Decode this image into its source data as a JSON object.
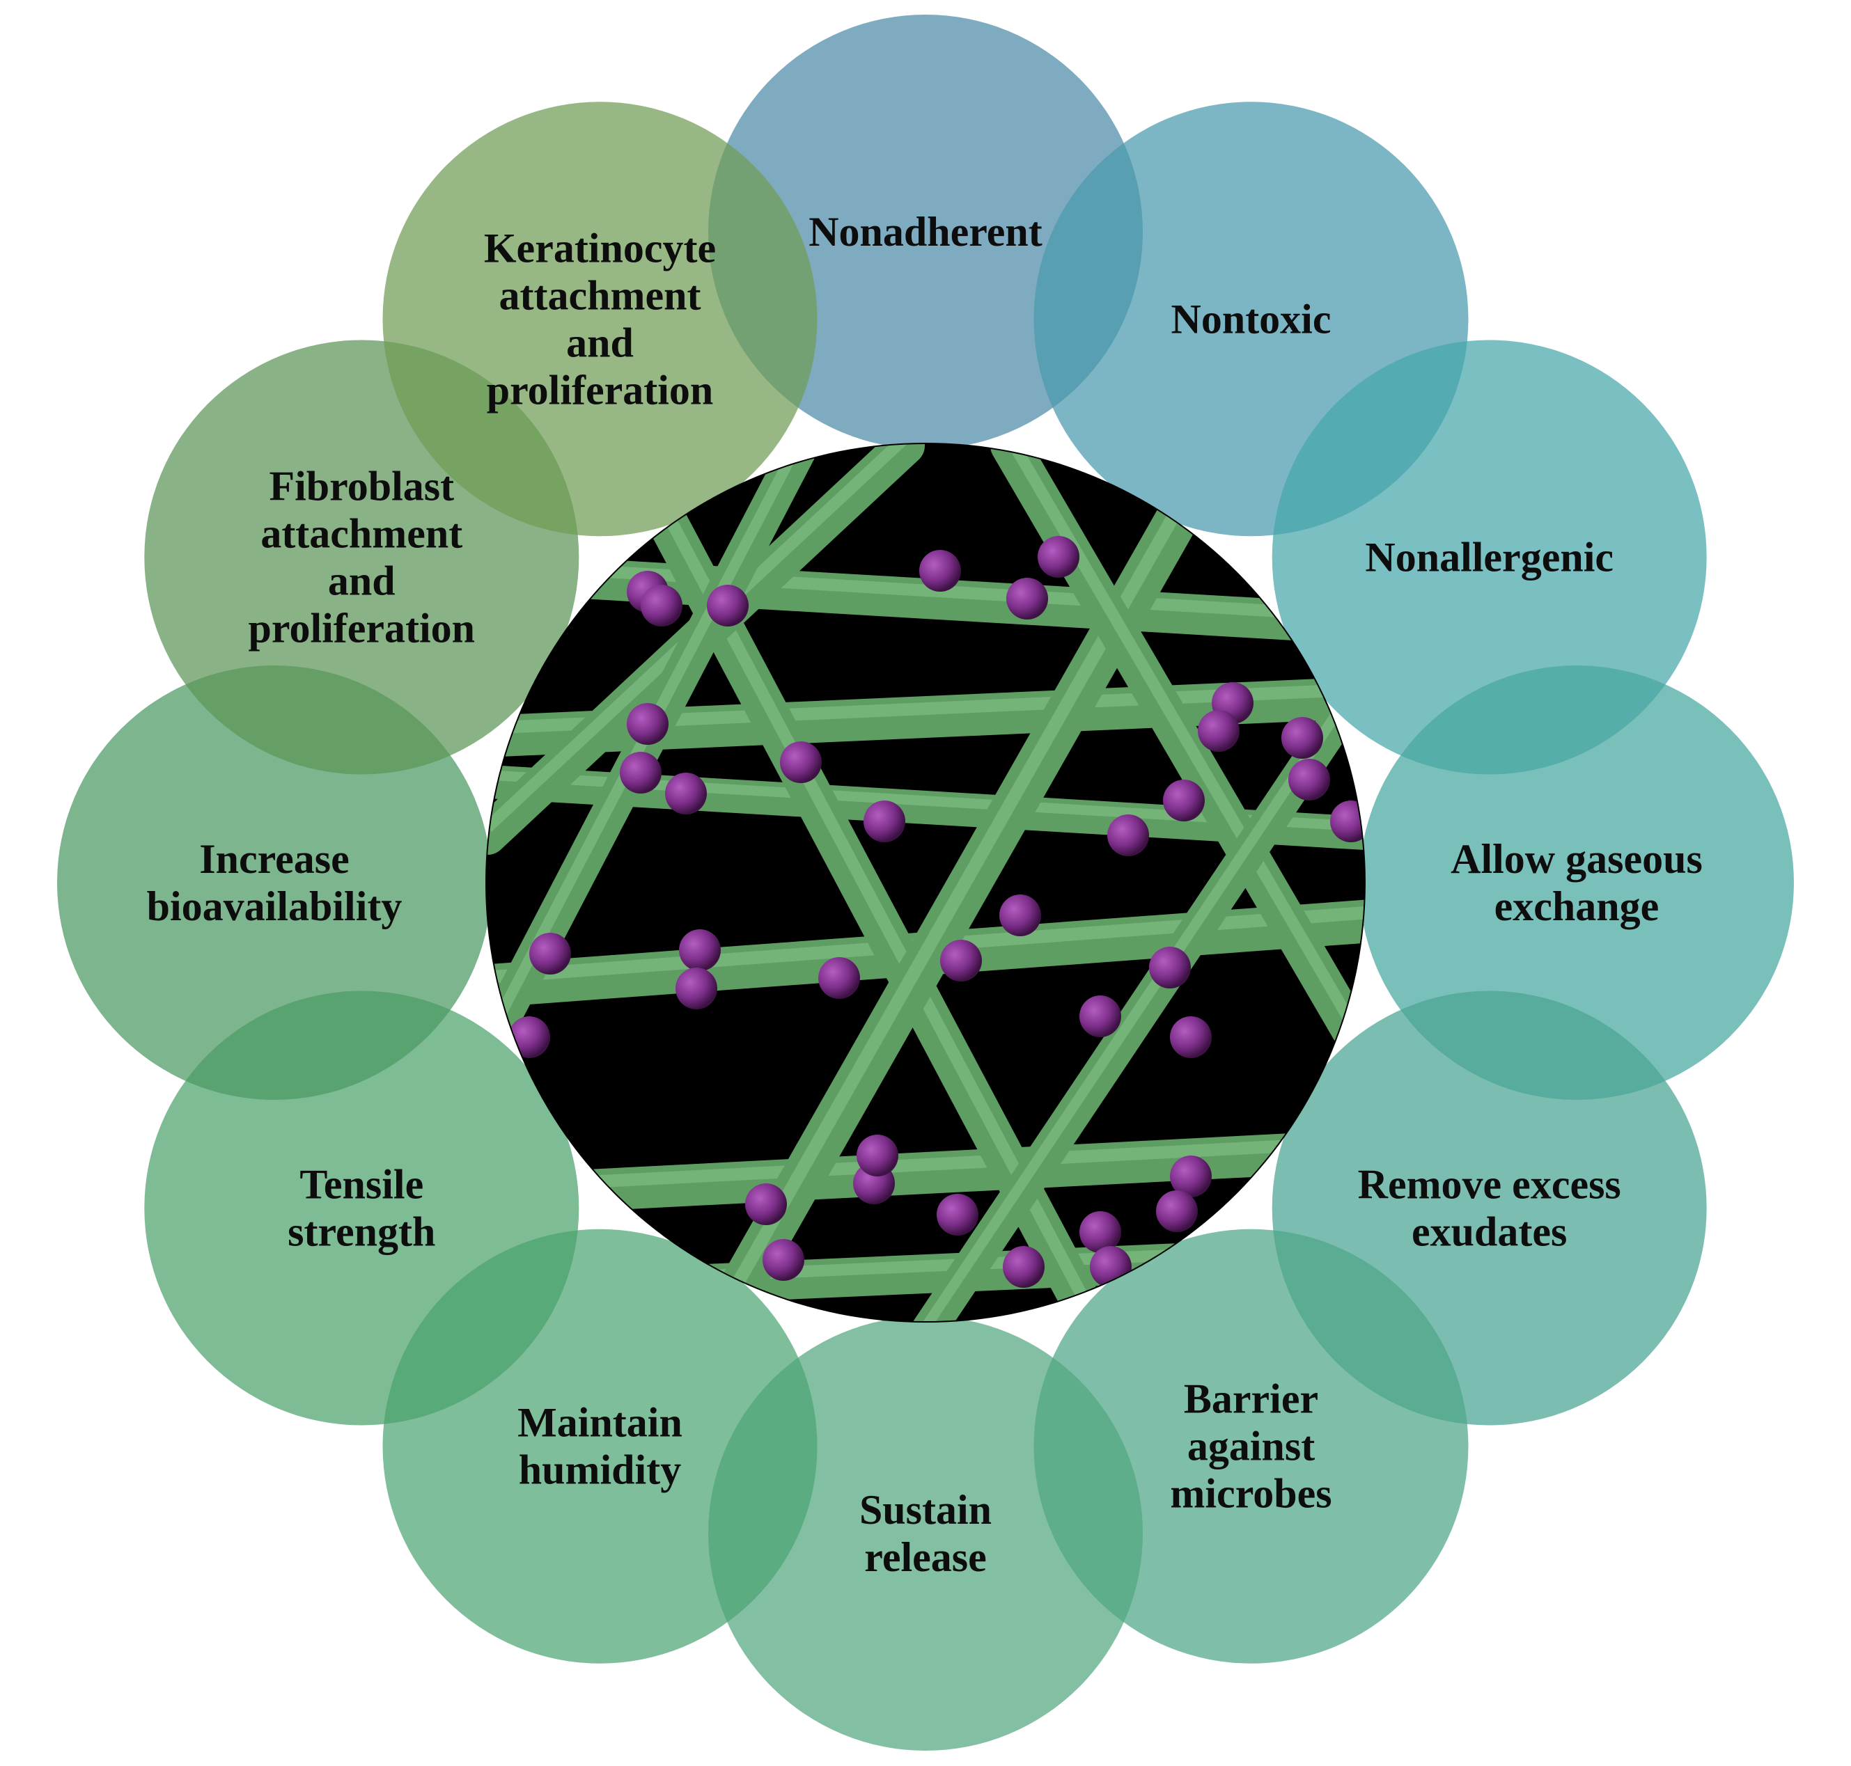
{
  "petals": [
    {
      "id": "nonadherent",
      "lines": [
        "Nonadherent"
      ],
      "color": "#4e8aa8"
    },
    {
      "id": "nontoxic",
      "lines": [
        "Nontoxic"
      ],
      "color": "#4a9aae"
    },
    {
      "id": "nonallergenic",
      "lines": [
        "Nonallergenic"
      ],
      "color": "#47a6ab"
    },
    {
      "id": "allow-gaseous-exchange",
      "lines": [
        "Allow gaseous",
        "exchange"
      ],
      "color": "#46a7a0"
    },
    {
      "id": "remove-excess-exudates",
      "lines": [
        "Remove excess",
        "exudates"
      ],
      "color": "#4aa493"
    },
    {
      "id": "barrier-against-microbes",
      "lines": [
        "Barrier",
        "against",
        "microbes"
      ],
      "color": "#4ea588"
    },
    {
      "id": "sustain-release",
      "lines": [
        "Sustain",
        "release"
      ],
      "color": "#52a67f"
    },
    {
      "id": "maintain-humidity",
      "lines": [
        "Maintain",
        "humidity"
      ],
      "color": "#4ea574"
    },
    {
      "id": "tensile-strength",
      "lines": [
        "Tensile",
        "strength"
      ],
      "color": "#4ba26c"
    },
    {
      "id": "increase-bioavailability",
      "lines": [
        "Increase",
        "bioavailability"
      ],
      "color": "#4b9a63"
    },
    {
      "id": "fibroblast-attachment",
      "lines": [
        "Fibroblast",
        "attachment",
        "and",
        "proliferation"
      ],
      "color": "#5b9558"
    },
    {
      "id": "keratinocyte-attachment",
      "lines": [
        "Keratinocyte",
        "attachment",
        "and",
        "proliferation"
      ],
      "color": "#6f9c55"
    }
  ],
  "center_image": {
    "description_icon": "nanofiber-mesh-with-particles",
    "fiber_color": "#5f9e63",
    "particle_color": "#7d2f8a",
    "background_color": "#000000"
  }
}
